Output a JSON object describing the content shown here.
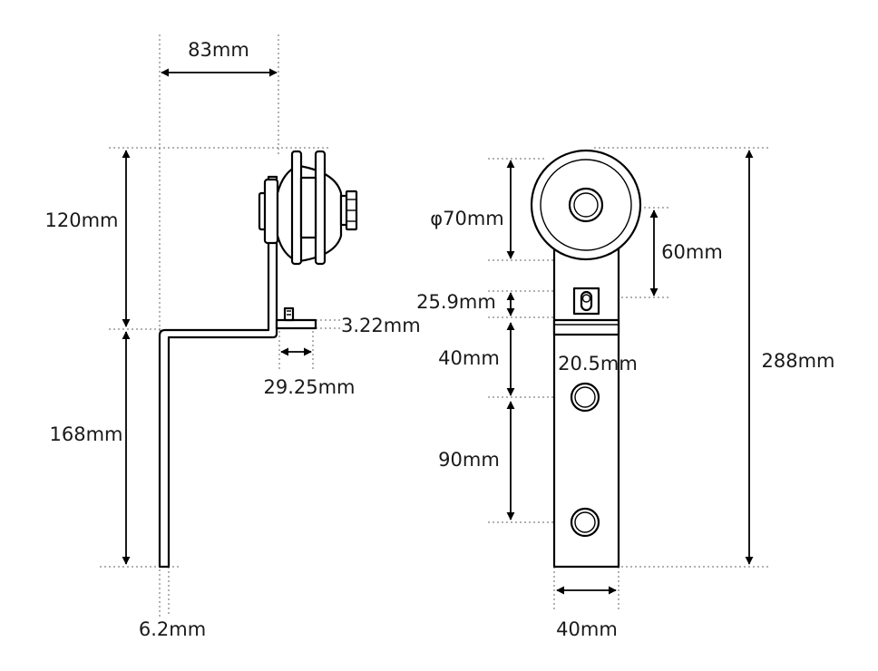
{
  "side_view": {
    "dimensions": {
      "width_top": "83mm",
      "height_upper": "120mm",
      "height_lower": "168mm",
      "bracket_thickness": "3.22mm",
      "offset": "29.25mm",
      "plate_thickness": "6.2mm"
    }
  },
  "front_view": {
    "dimensions": {
      "wheel_diameter": "φ70mm",
      "axle_to_slot": "60mm",
      "slot_height": "25.9mm",
      "slot_width": "20.5mm",
      "to_first_hole": "40mm",
      "hole_spacing": "90mm",
      "total_height": "288mm",
      "plate_width": "40mm"
    }
  },
  "colors": {
    "line": "#000000",
    "text": "#1a1a1a",
    "background": "#ffffff"
  }
}
